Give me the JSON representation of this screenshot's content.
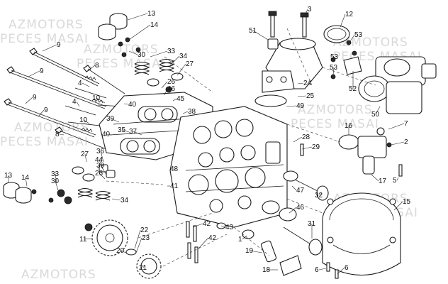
{
  "diagram": {
    "watermark_lines": [
      "AZMOTORS",
      "PECES MASAI"
    ],
    "callouts": [
      "1",
      "2",
      "3",
      "4",
      "5",
      "6",
      "7",
      "8",
      "9",
      "10",
      "11",
      "12",
      "13",
      "14",
      "15",
      "16",
      "17",
      "18",
      "19",
      "20",
      "21",
      "22",
      "23",
      "24",
      "25",
      "26",
      "27",
      "28",
      "29",
      "30",
      "31",
      "32",
      "33",
      "34",
      "35",
      "36",
      "37",
      "38",
      "39",
      "40",
      "41",
      "42",
      "43",
      "44",
      "45",
      "46",
      "47",
      "48",
      "49",
      "50",
      "51",
      "52",
      "53"
    ]
  }
}
